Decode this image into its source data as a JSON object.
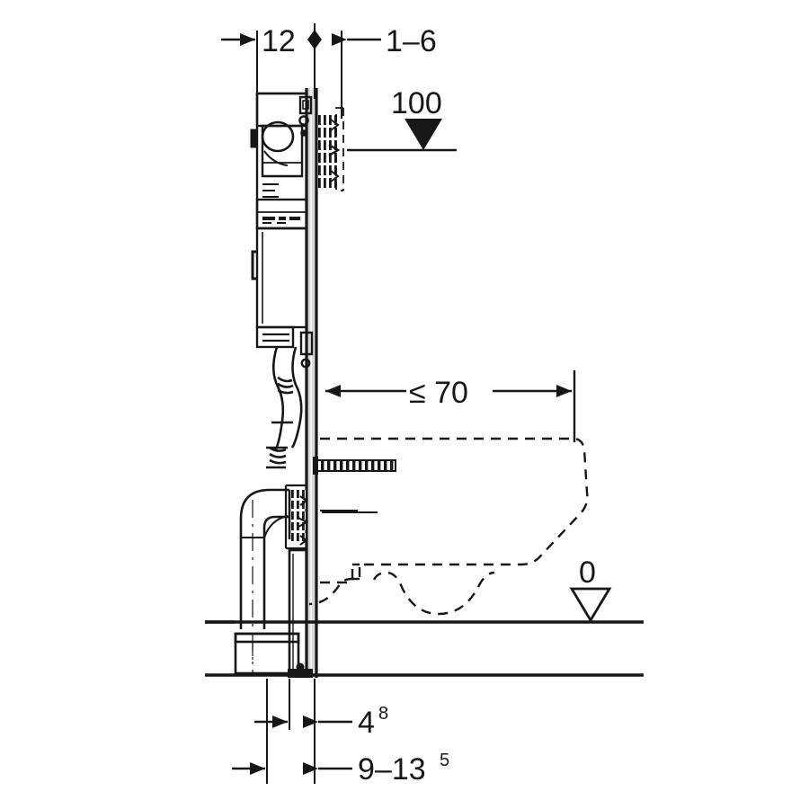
{
  "drawing": {
    "title": "Concealed WC cistern frame - side section installation drawing",
    "units_note": "",
    "view": "side section",
    "line_color": "#171717",
    "panel_fill": "#d9d9d9",
    "background": "#ffffff"
  },
  "dimensions": {
    "top_left": {
      "label": "12",
      "name": "dimension-12",
      "arrow": "right",
      "unit_implied": "cm"
    },
    "top_right": {
      "label": "1–6",
      "name": "dimension-1-6",
      "arrow": "left",
      "unit_implied": "cm"
    },
    "projection": {
      "label": "≤ 70",
      "name": "dimension-max-70",
      "arrow": "both",
      "unit_implied": "cm"
    },
    "bottom_upper": {
      "label": "4",
      "superscript": "8",
      "name": "dimension-4-8",
      "arrow": "both",
      "unit_implied": "cm"
    },
    "bottom_lower": {
      "label": "9–13",
      "superscript": "5",
      "name": "dimension-9-13-5",
      "arrow": "both",
      "unit_implied": "cm"
    }
  },
  "levels": {
    "upper": {
      "label": "100",
      "name": "level-marker-100",
      "marker": "filled-down-triangle",
      "meaning": "finished floor level reference height"
    },
    "zero": {
      "label": "0",
      "name": "level-marker-0",
      "marker": "hollow-down-triangle",
      "meaning": "finished floor level datum"
    }
  },
  "components": {
    "cistern": "concealed-cistern",
    "frame": "installation-frame",
    "wall_panel": "finished-wall-panel",
    "flush_pipe": "flush-pipe-bend",
    "waste_bend": "waste-water-bend-90",
    "floor_bracket": "floor-mounting-bracket",
    "wall_anchor": "wall-anchor-threaded-rods",
    "wc_studs": "wc-mounting-studs",
    "wc_outline": "wall-hung-wc-bowl-outline-dashed",
    "finished_floor_line": "finished-floor-line",
    "raw_floor_line": "raw-floor-line",
    "centre_mark": "centre-axis-diamond-marker"
  }
}
